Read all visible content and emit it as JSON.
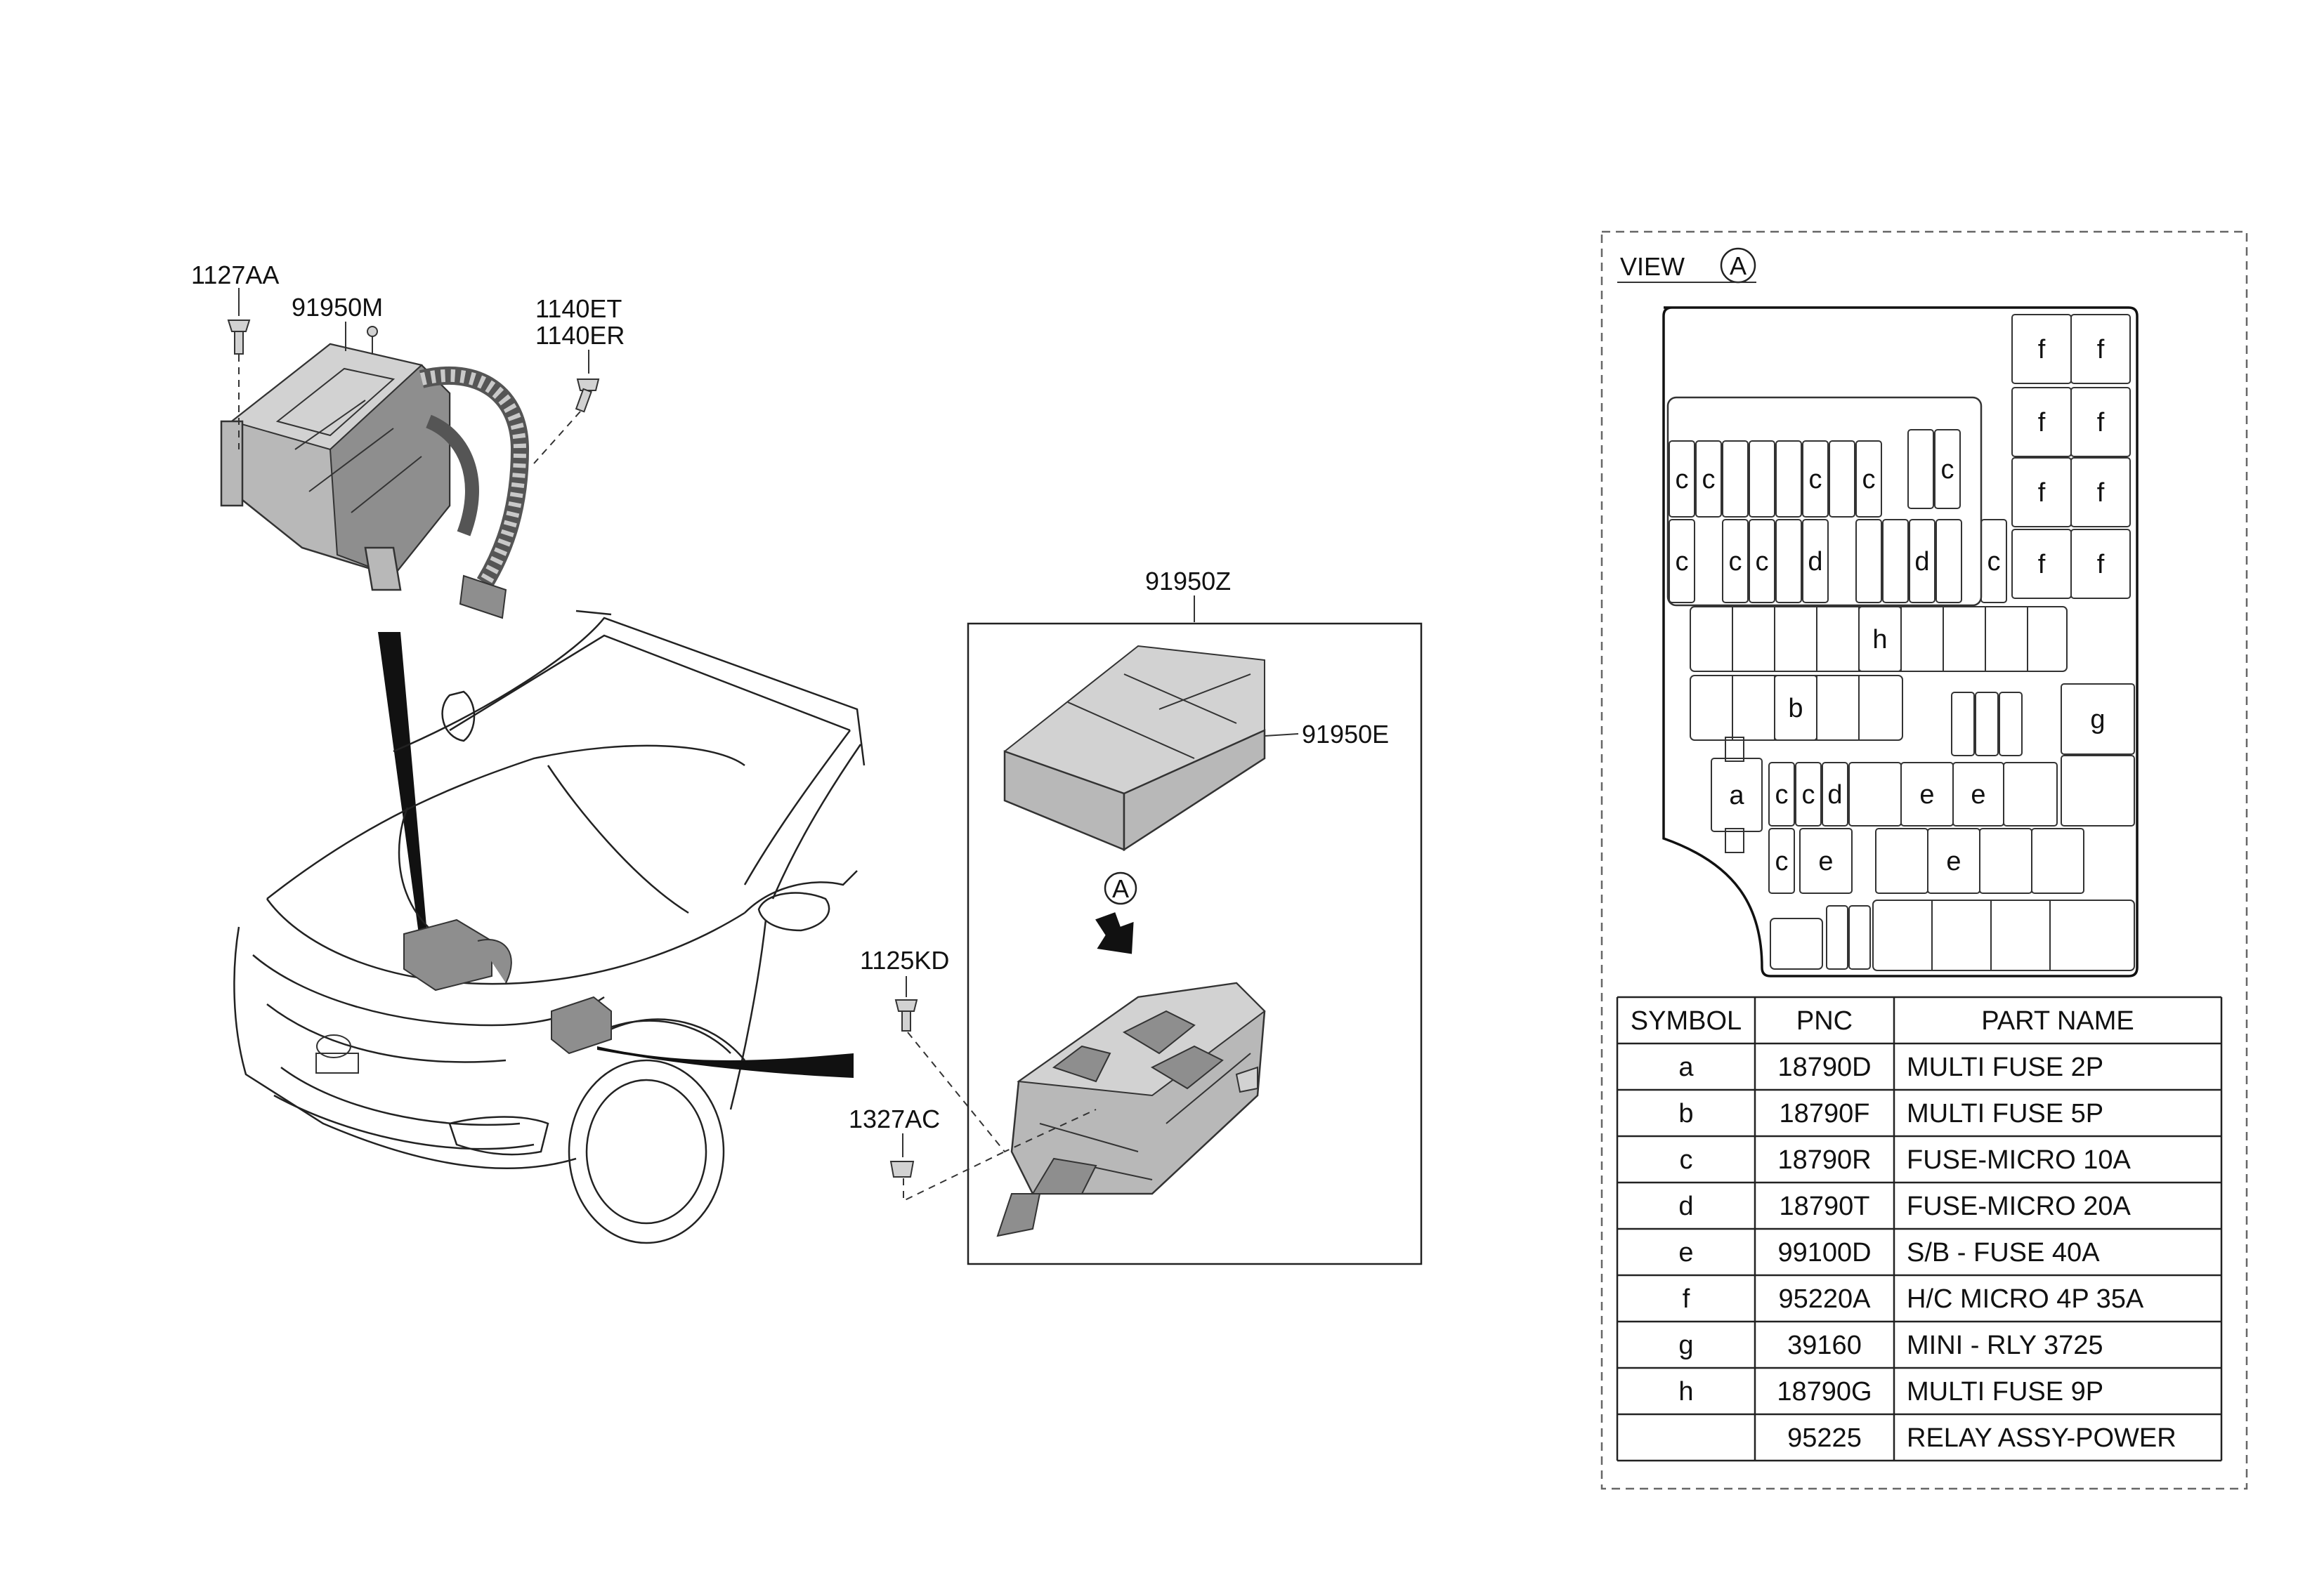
{
  "callouts": {
    "bolt_1127AA": "1127AA",
    "unit_91950M": "91950M",
    "bolt_1140ET": "1140ET",
    "bolt_1140ER": "1140ER",
    "assy_91950Z": "91950Z",
    "cover_91950E": "91950E",
    "bolt_1125KD": "1125KD",
    "nut_1327AC": "1327AC",
    "view_marker": "A"
  },
  "view": {
    "title": "VIEW",
    "marker": "A"
  },
  "fuse_layout": {
    "cells": [
      {
        "id": "f1",
        "symbol": "f"
      },
      {
        "id": "f2",
        "symbol": "f"
      },
      {
        "id": "f3",
        "symbol": "f"
      },
      {
        "id": "f4",
        "symbol": "f"
      },
      {
        "id": "f5",
        "symbol": "f"
      },
      {
        "id": "f6",
        "symbol": "f"
      },
      {
        "id": "f7",
        "symbol": "f"
      },
      {
        "id": "f8",
        "symbol": "f"
      },
      {
        "id": "c1",
        "symbol": "c"
      },
      {
        "id": "c2",
        "symbol": "c"
      },
      {
        "id": "c3",
        "symbol": "c"
      },
      {
        "id": "c4",
        "symbol": "c"
      },
      {
        "id": "c5",
        "symbol": "c"
      },
      {
        "id": "c6",
        "symbol": "c"
      },
      {
        "id": "c7",
        "symbol": "c"
      },
      {
        "id": "c8",
        "symbol": "c"
      },
      {
        "id": "d1",
        "symbol": "d"
      },
      {
        "id": "d2",
        "symbol": "d"
      },
      {
        "id": "c9",
        "symbol": "c"
      },
      {
        "id": "h1",
        "symbol": "h"
      },
      {
        "id": "b1",
        "symbol": "b"
      },
      {
        "id": "g1",
        "symbol": "g"
      },
      {
        "id": "a1",
        "symbol": "a"
      },
      {
        "id": "c10",
        "symbol": "c"
      },
      {
        "id": "c11",
        "symbol": "c"
      },
      {
        "id": "d3",
        "symbol": "d"
      },
      {
        "id": "e1",
        "symbol": "e"
      },
      {
        "id": "e2",
        "symbol": "e"
      },
      {
        "id": "c12",
        "symbol": "c"
      },
      {
        "id": "e3",
        "symbol": "e"
      },
      {
        "id": "e4",
        "symbol": "e"
      }
    ]
  },
  "legend_table": {
    "headers": [
      "SYMBOL",
      "PNC",
      "PART NAME"
    ],
    "rows": [
      {
        "symbol": "a",
        "pnc": "18790D",
        "name": "MULTI FUSE 2P"
      },
      {
        "symbol": "b",
        "pnc": "18790F",
        "name": "MULTI FUSE 5P"
      },
      {
        "symbol": "c",
        "pnc": "18790R",
        "name": "FUSE-MICRO 10A"
      },
      {
        "symbol": "d",
        "pnc": "18790T",
        "name": "FUSE-MICRO 20A"
      },
      {
        "symbol": "e",
        "pnc": "99100D",
        "name": "S/B - FUSE 40A"
      },
      {
        "symbol": "f",
        "pnc": "95220A",
        "name": "H/C MICRO 4P 35A"
      },
      {
        "symbol": "g",
        "pnc": "39160",
        "name": "MINI - RLY 3725"
      },
      {
        "symbol": "h",
        "pnc": "18790G",
        "name": "MULTI FUSE 9P"
      },
      {
        "symbol": "",
        "pnc": "95225",
        "name": "RELAY ASSY-POWER"
      }
    ]
  }
}
